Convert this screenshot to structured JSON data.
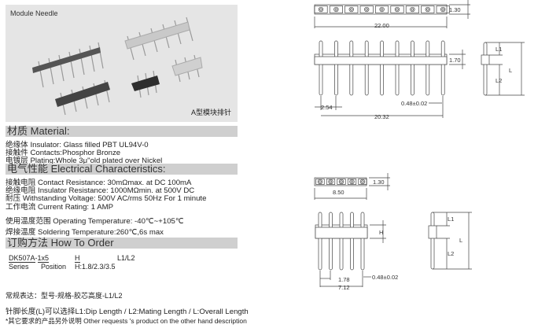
{
  "photo": {
    "title": "Module Needle",
    "caption": "A型模块排针"
  },
  "material": {
    "heading": "材质 Material:",
    "lines": [
      "绝缘体 Insulator: Glass filled PBT UL94V-0",
      "接触件 Contacts:Phosphor Bronze",
      "电镀层 Plating:Whole 3μ\"old plated over Nickel"
    ]
  },
  "electrical": {
    "heading": "电气性能 Electrical Characteristics:",
    "lines": [
      "接触电阻 Contact Resistance: 30mΩmax. at DC 100mA",
      "绝缘电阻 Insulator Resistance: 1000MΩmin. at 500V DC",
      "耐压 Withstanding Voltage: 500V AC/rms 50Hz For 1 minute",
      "工作电流 Current Rating: 1 AMP"
    ],
    "temps": [
      "使用温度范围 Operating Temperature: -40℃~+105℃",
      "焊接温度 Soldering Temperature:260℃,6s max"
    ]
  },
  "order": {
    "heading": "订购方法 How To Order",
    "part": "DK507A",
    "sep": "-",
    "position": "1x5",
    "h": "H",
    "l": "L1/L2",
    "series_label": "Series",
    "position_label": "Position",
    "h_label": "H:1.8/2.3/3.5"
  },
  "notes": [
    "常规表达：型号-规格-胶芯高度-L1/L2",
    "针脚长度(L)可以选择L1:Dip Length / L2:Mating Length / L:Overall Length",
    "*其它要求的产品另外说明 Other requests 's product on the other hand description"
  ],
  "drawing1": {
    "pins": 9,
    "width": "22.00",
    "thick": "1.30",
    "height": "1.70",
    "pitch": "2.54",
    "span": "20.32",
    "pin_dia": "0.48±0.02",
    "l1": "L1",
    "l2": "L2",
    "l": "L"
  },
  "drawing2": {
    "pins": 5,
    "width": "8.50",
    "thick": "1.30",
    "height": "H",
    "pitch": "1.78",
    "span": "7.12",
    "pin_dia": "0.48±0.02",
    "l1": "L1",
    "l2": "L2",
    "l": "L"
  }
}
